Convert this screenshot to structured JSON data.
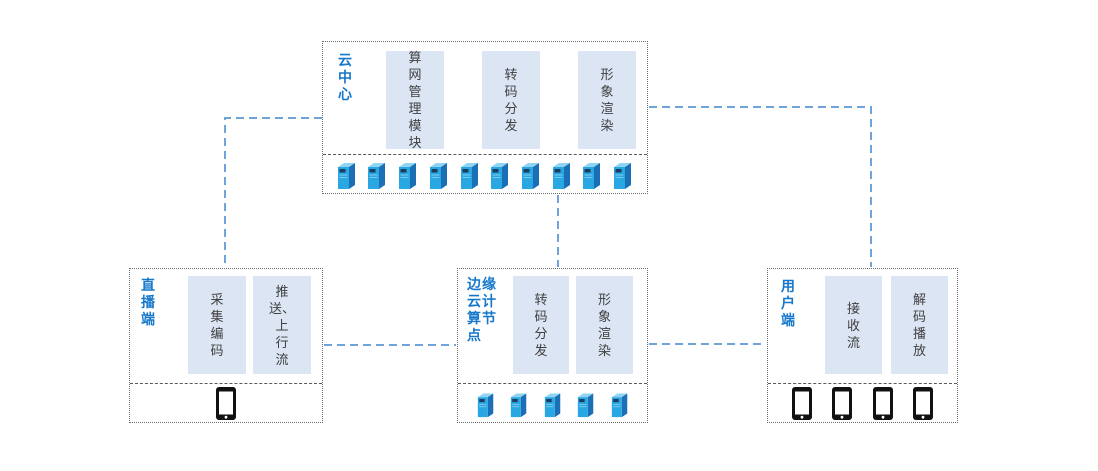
{
  "colors": {
    "label_blue": "#1678cb",
    "module_fill": "#dbe5f3",
    "module_text": "#3f3f3f",
    "connector": "#6fa4da",
    "box_border": "#6a6a6a",
    "separator": "#595959",
    "server_front": "#29a7e2",
    "server_side": "#1a6fb5",
    "server_top": "#8fd4f2",
    "server_slot": "#1c3d5f",
    "phone_body": "#111111",
    "phone_screen": "#ffffff"
  },
  "nodes": {
    "cloud_center": {
      "label": "云\n中\n心",
      "modules": [
        "算\n网\n管\n理\n模\n块",
        "转\n码\n分\n发",
        "形\n象\n渲\n染"
      ],
      "server_count": 10
    },
    "live_end": {
      "label": "直\n播\n端",
      "modules": [
        "采\n集\n编\n码",
        "推\n送、\n上\n行\n流"
      ],
      "device_count": 1
    },
    "edge_cloud_node": {
      "label": "边缘\n云计\n算节\n点",
      "modules": [
        "转\n码\n分\n发",
        "形\n象\n渲\n染"
      ],
      "server_count": 5
    },
    "user_end": {
      "label": "用\n户\n端",
      "modules": [
        "接\n收\n流",
        "解\n码\n播\n放"
      ],
      "device_count": 4
    }
  }
}
